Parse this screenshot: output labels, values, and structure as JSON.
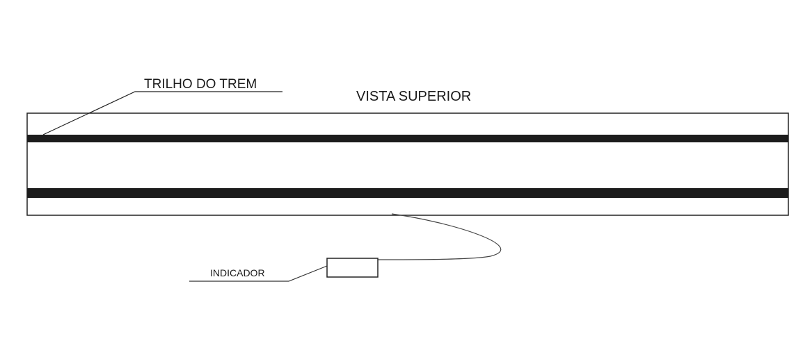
{
  "diagram": {
    "title": "VISTA SUPERIOR",
    "rail_label": "TRILHO DO TREM",
    "indicator_label": "INDICADOR"
  }
}
